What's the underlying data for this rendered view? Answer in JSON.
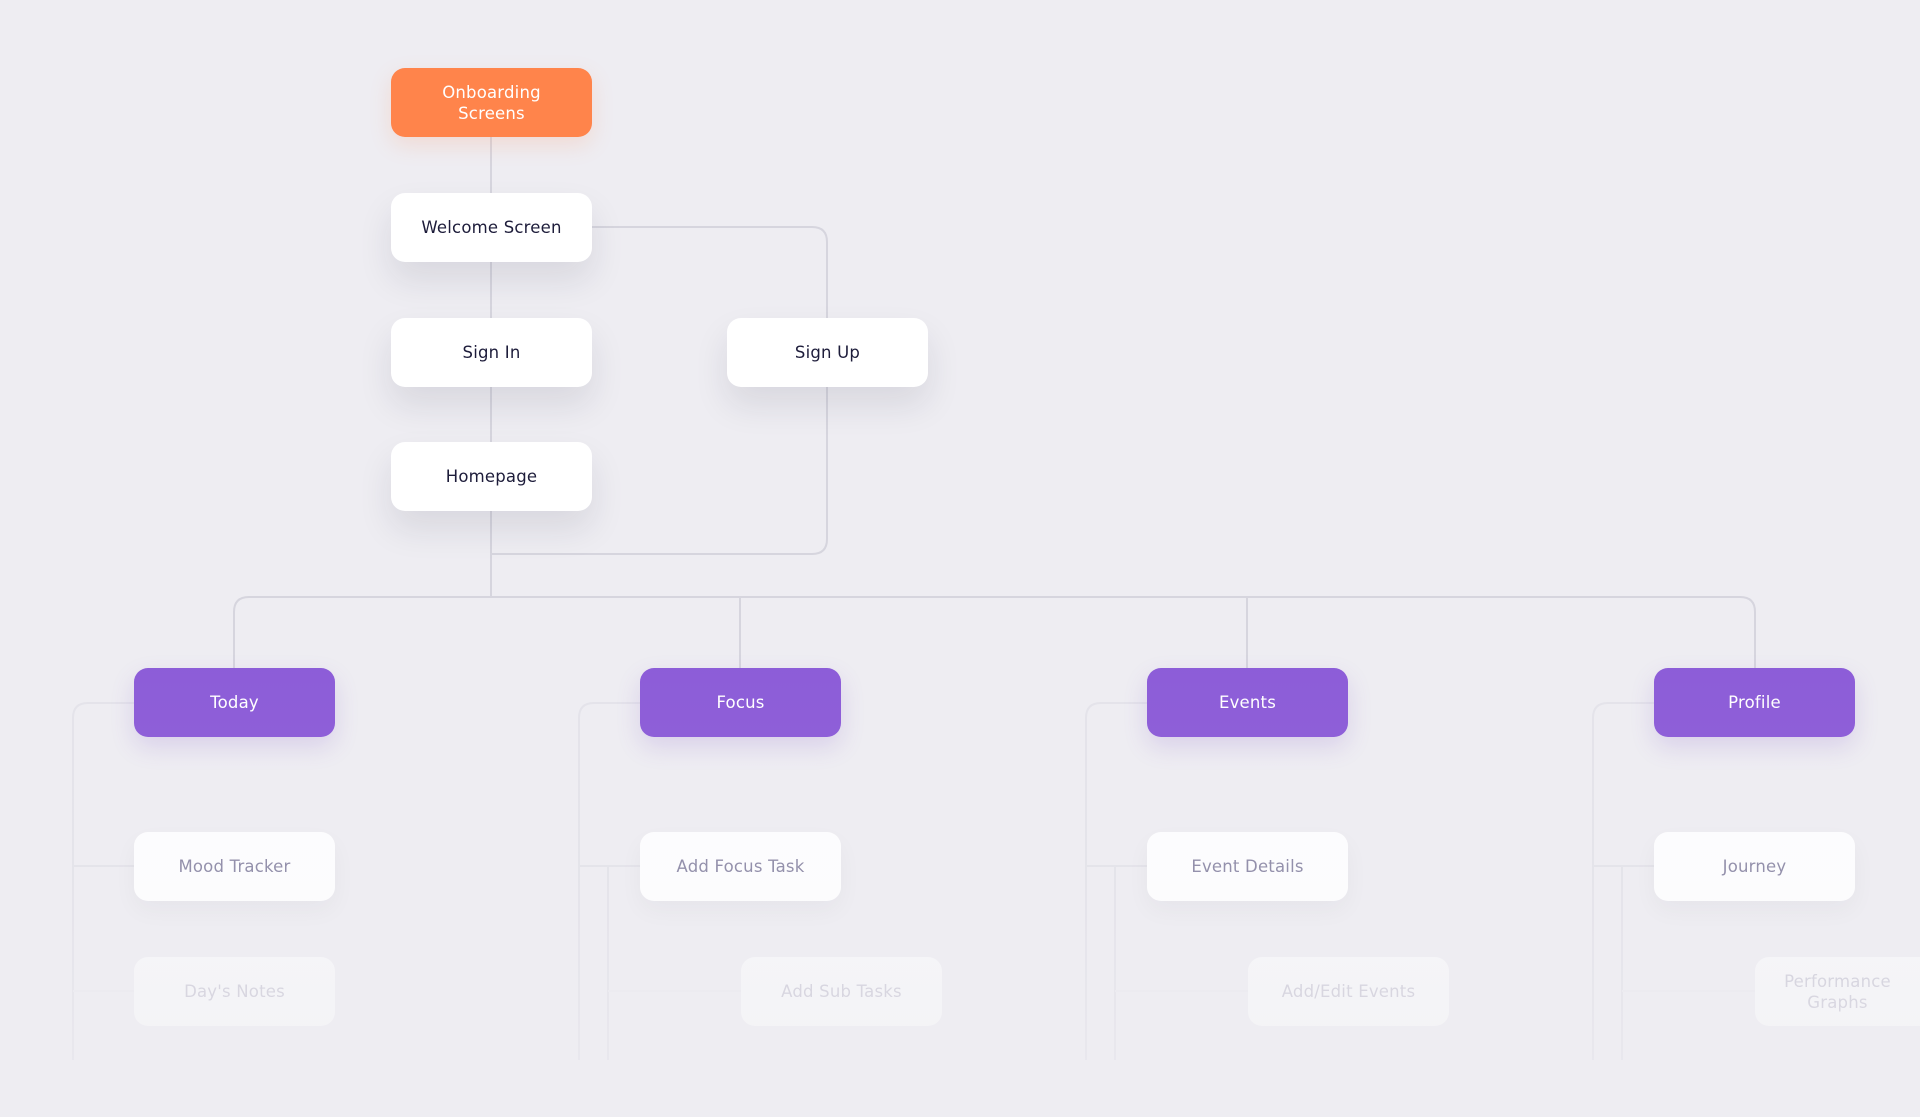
{
  "nodes": {
    "onboarding": "Onboarding\nScreens",
    "welcome": "Welcome Screen",
    "signin": "Sign In",
    "signup": "Sign Up",
    "homepage": "Homepage",
    "today": "Today",
    "focus": "Focus",
    "events": "Events",
    "profile": "Profile",
    "mood_tracker": "Mood Tracker",
    "days_notes": "Day's Notes",
    "add_focus_task": "Add Focus Task",
    "add_sub_tasks": "Add Sub Tasks",
    "event_details": "Event Details",
    "add_edit_events": "Add/Edit Events",
    "journey": "Journey",
    "performance_graphs": "Performance\nGraphs"
  },
  "colors": {
    "background": "#eeedf2",
    "onboarding": "#ff844b",
    "section": "#8c5cd8",
    "node": "#ffffff",
    "connector": "#d9d8e0",
    "text_dark": "#1d1c3a"
  }
}
